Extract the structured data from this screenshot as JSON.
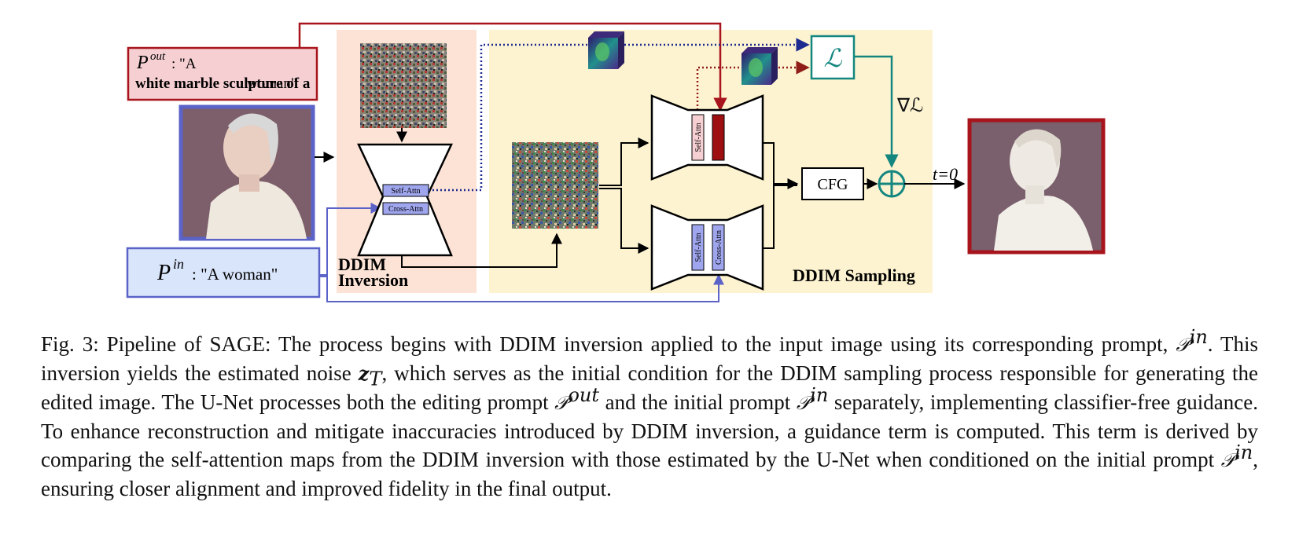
{
  "prompts": {
    "out": {
      "symbol": "P",
      "superscript": "out",
      "text_prefix": ": \"A ",
      "text_bold": "white marble sculpture of a",
      "text_suffix": " woman\""
    },
    "in": {
      "symbol": "P",
      "superscript": "in",
      "text": ": \"A  woman\""
    }
  },
  "labels": {
    "ddim_inversion_line1": "DDIM",
    "ddim_inversion_line2": "Inversion",
    "ddim_sampling": "DDIM Sampling",
    "self_attn": "Self-Attn",
    "cross_attn": "Cross-Attn",
    "cfg": "CFG",
    "loss": "ℒ",
    "grad_loss": "∇ℒ",
    "t_zero": "t=0"
  },
  "colors": {
    "inversion_bg": "#fce3d6",
    "sampling_bg": "#fdf3d1",
    "out_prompt_fill": "#f6cfd2",
    "out_prompt_border": "#a8141c",
    "in_prompt_fill": "#d9e5fb",
    "in_prompt_border": "#5b63c9",
    "attn_blue": "#9fa6ee",
    "attn_red": "#9e0f12",
    "teal": "#13877f",
    "dark_blue_dotted": "#1d2a8f",
    "dark_red_dotted": "#8f1c16"
  },
  "caption": {
    "p1": "Fig. 3: Pipeline of SAGE: The process begins with DDIM inversion applied to the input image using its corresponding prompt, ",
    "p2": ". This inversion yields the estimated noise ",
    "p3": ", which serves as the initial condition for the DDIM sampling process responsible for generating the edited image. The U-Net processes both the editing prompt ",
    "p4": " and the initial prompt ",
    "p5": " separately, implementing classifier-free guidance. To enhance reconstruction and mitigate inaccuracies introduced by DDIM inversion, a guidance term is computed. This term is derived by comparing the self-attention maps from the DDIM inversion with those estimated by the U-Net when conditioned on the initial prompt ",
    "p6": ", ensuring closer alignment and improved fidelity in the final output.",
    "sym_p": "𝒫",
    "sup_in": "in",
    "sup_out": "out",
    "z": "z",
    "z_sub": "T"
  }
}
